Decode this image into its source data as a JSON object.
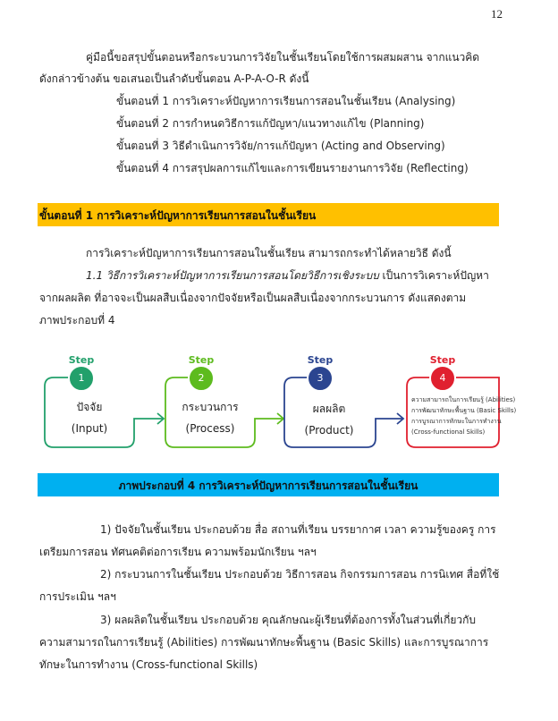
{
  "page_number": "12",
  "intro": {
    "line1": "คู่มือนี้ขอสรุปขั้นตอนหรือกระบวนการวิจัยในชั้นเรียนโดยใช้การผสมผสาน จากแนวคิด",
    "line2": "ดังกล่าวข้างต้น ขอเสนอเป็นลำดับขั้นตอน A-P-A-O-R ดังนี้",
    "steps": [
      "ขั้นตอนที่ 1 การวิเคราะห์ปัญหาการเรียนการสอนในชั้นเรียน (Analysing)",
      "ขั้นตอนที่ 2 การกำหนดวิธีการแก้ปัญหา/แนวทางแก้ไข (Planning)",
      "ขั้นตอนที่ 3 วิธีดำเนินการวิจัย/การแก้ปัญหา (Acting and Observing)",
      "ขั้นตอนที่ 4 การสรุปผลการแก้ไขและการเขียนรายงานการวิจัย (Reflecting)"
    ]
  },
  "section_heading": "ขั้นตอนที่ 1 การวิเคราะห์ปัญหาการเรียนการสอนในชั้นเรียน",
  "body": {
    "p1": "การวิเคราะห์ปัญหาการเรียนการสอนในชั้นเรียน สามารถกระทำได้หลายวิธี ดังนี้",
    "p2_italic": "1.1 วิธีการวิเคราะห์ปัญหาการเรียนการสอนโดยวิธีการเชิงระบบ",
    "p2_rest": " เป็นการวิเคราะห์ปัญหา",
    "p2_line2": "จากผลผลิต ที่อาจจะเป็นผลสืบเนื่องจากปัจจัยหรือเป็นผลสืบเนื่องจากกระบวนการ ดังแสดงตาม",
    "p2_line3": "ภาพประกอบที่ 4"
  },
  "diagram": {
    "steps": [
      {
        "step_label": "Step",
        "number": "1",
        "title": "ปัจจัย",
        "subtitle": "(Input)",
        "color": "#22a06b"
      },
      {
        "step_label": "Step",
        "number": "2",
        "title": "กระบวนการ",
        "subtitle": "(Process)",
        "color": "#5dbb1e"
      },
      {
        "step_label": "Step",
        "number": "3",
        "title": "ผลผลิต",
        "subtitle": "(Product)",
        "color": "#2b4590"
      },
      {
        "step_label": "Step",
        "number": "4",
        "color": "#e0202f",
        "lines": [
          "ความสามารถในการเรียนรู้ (Abilities)",
          "การพัฒนาทักษะพื้นฐาน (Basic Skills)",
          "การบูรณาการทักษะในการทำงาน",
          "(Cross-functional Skills)"
        ]
      }
    ]
  },
  "figure_caption": "ภาพประกอบที่ 4 การวิเคราะห์ปัญหาการเรียนการสอนในชั้นเรียน",
  "items": {
    "i1_l1": "1) ปัจจัยในชั้นเรียน ประกอบด้วย สื่อ สถานที่เรียน บรรยากาศ เวลา ความรู้ของครู การ",
    "i1_l2": "เตรียมการสอน ทัศนคติต่อการเรียน ความพร้อมนักเรียน ฯลฯ",
    "i2_l1": "2) กระบวนการในชั้นเรียน ประกอบด้วย วิธีการสอน กิจกรรมการสอน การนิเทศ สื่อที่ใช้",
    "i2_l2": "การประเมิน ฯลฯ",
    "i3_l1": "3) ผลผลิตในชั้นเรียน ประกอบด้วย คุณลักษณะผู้เรียนที่ต้องการทั้งในส่วนที่เกี่ยวกับ",
    "i3_l2": "ความสามารถในการเรียนรู้ (Abilities) การพัฒนาทักษะพื้นฐาน (Basic Skills) และการบูรณาการ",
    "i3_l3": "ทักษะในการทำงาน (Cross-functional Skills)"
  },
  "colors": {
    "heading_bar": "#ffc000",
    "caption_bar": "#00b0f0"
  }
}
